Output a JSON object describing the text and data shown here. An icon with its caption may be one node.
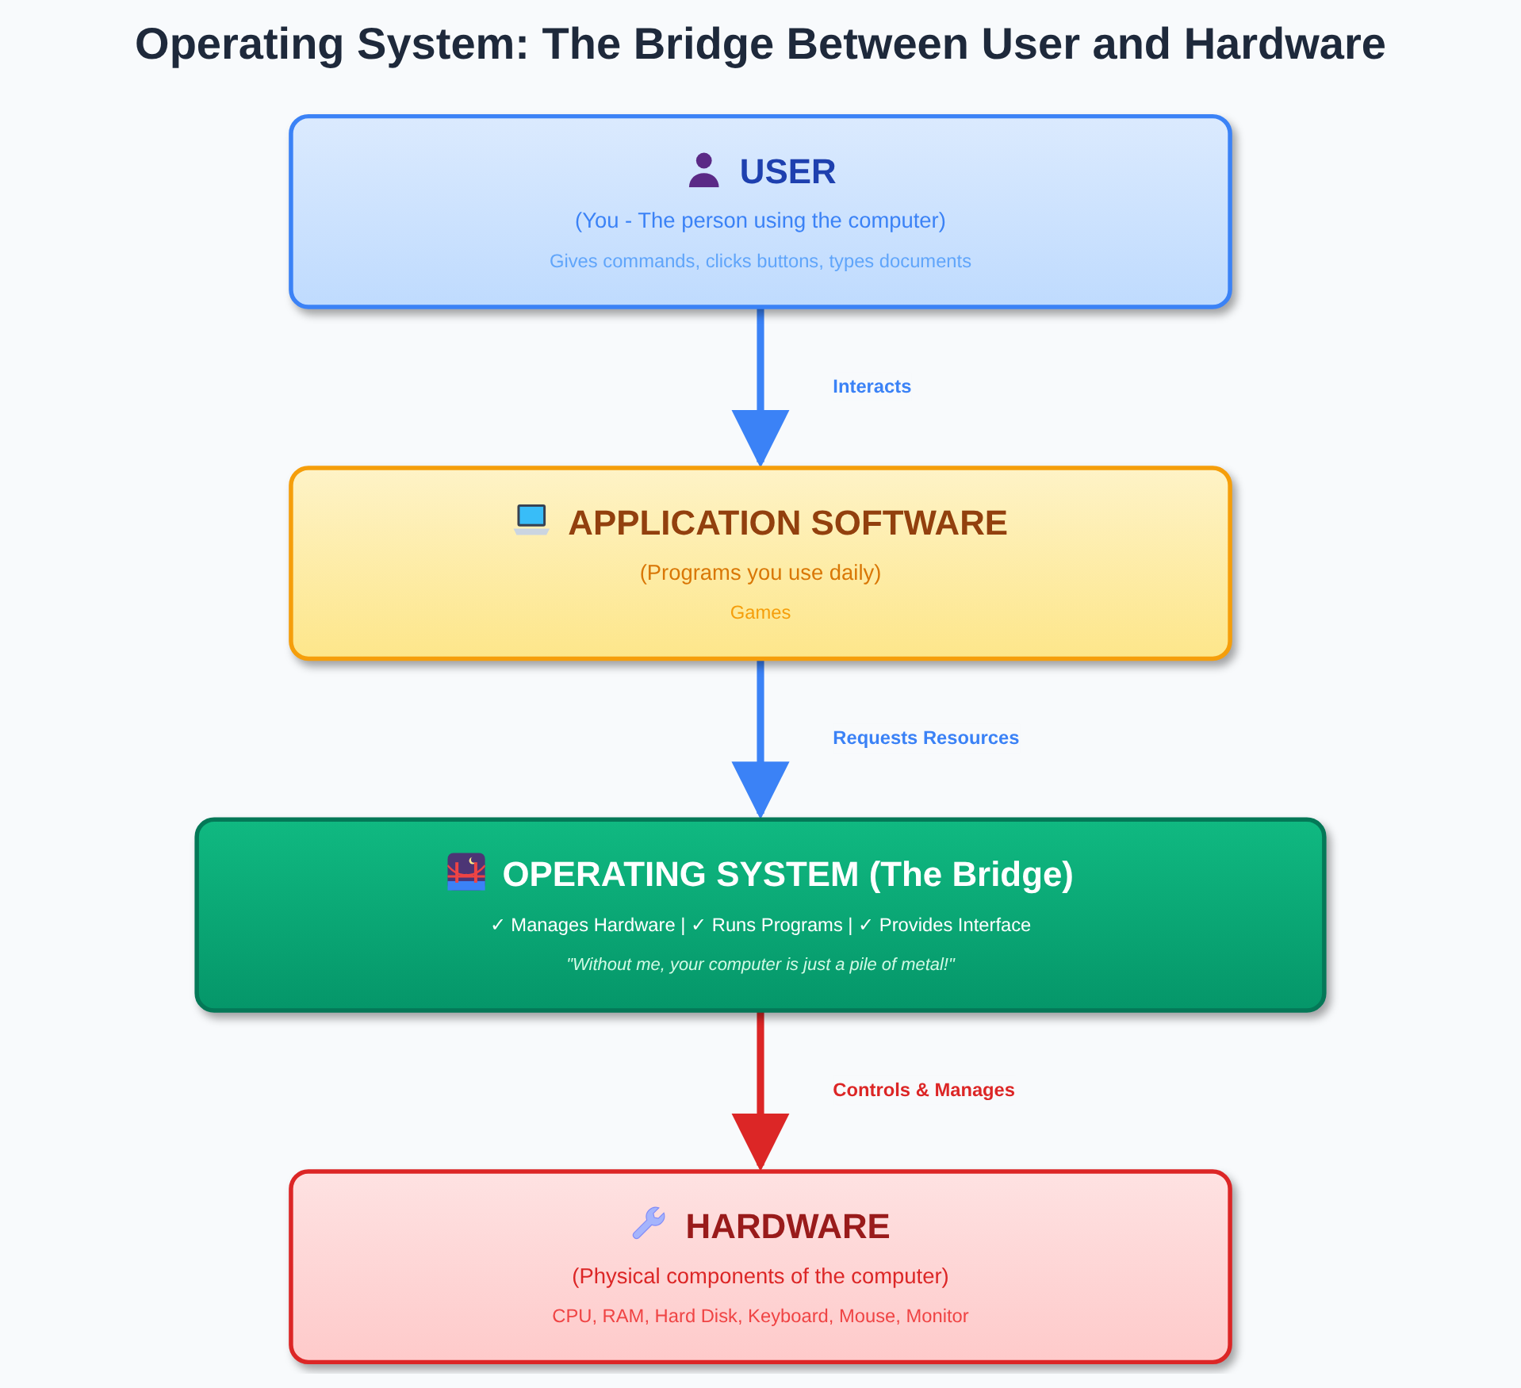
{
  "diagram": {
    "title": "Operating System: The Bridge Between User and Hardware",
    "nodes": [
      {
        "text": [
          "USER",
          "(You - The person using the computer)",
          "Gives commands, clicks buttons, types documents"
        ]
      },
      {
        "text": [
          "APPLICATION SOFTWARE",
          "(Programs you use daily)",
          "Games"
        ]
      },
      {
        "text": [
          "OPERATING SYSTEM (The Bridge)",
          "✓ Manages Hardware | ✓ Runs Programs | ✓ Provides Interface",
          "\"Without me, your computer is just a pile of metal!\""
        ]
      },
      {
        "text": [
          "HARDWARE",
          "(Physical components of the computer)",
          "CPU, RAM, Hard Disk, Keyboard, Mouse, Monitor"
        ]
      }
    ],
    "edges": [
      {
        "from": 0,
        "to": 1,
        "arrow": "to",
        "label": "Interacts"
      },
      {
        "from": 1,
        "to": 2,
        "arrow": "to",
        "label": "Requests Resources"
      },
      {
        "from": 2,
        "to": 3,
        "arrow": "to",
        "label": "Controls & Manages",
        "color": "#dc2626"
      }
    ]
  }
}
